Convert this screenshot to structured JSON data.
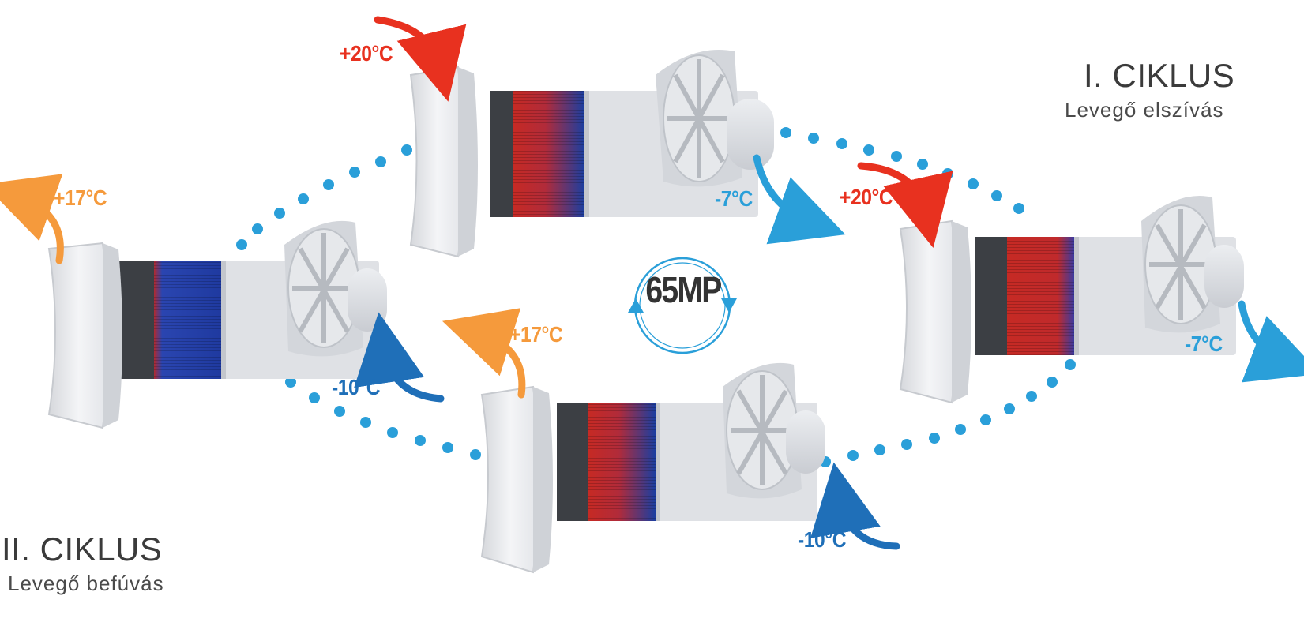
{
  "colors": {
    "warm_red": "#e8311f",
    "warm_orange": "#f59a3c",
    "cold_blue": "#2a9fd9",
    "deep_blue": "#1f6fb8",
    "dots": "#2a9fd9"
  },
  "cycle1": {
    "title": "I. CIKLUS",
    "subtitle": "Levegő elszívás"
  },
  "cycle2": {
    "title": "II. CIKLUS",
    "subtitle": "Levegő befúvás"
  },
  "timer": {
    "label": "65MP"
  },
  "temperatures": {
    "top_unit_in": "+20°C",
    "top_unit_out": "-7°C",
    "right_unit_in": "+20°C",
    "right_unit_out": "-7°C",
    "left_unit_out": "+17°C",
    "left_unit_in": "-10°C",
    "bottom_unit_out": "+17°C",
    "bottom_unit_in": "-10°C"
  }
}
